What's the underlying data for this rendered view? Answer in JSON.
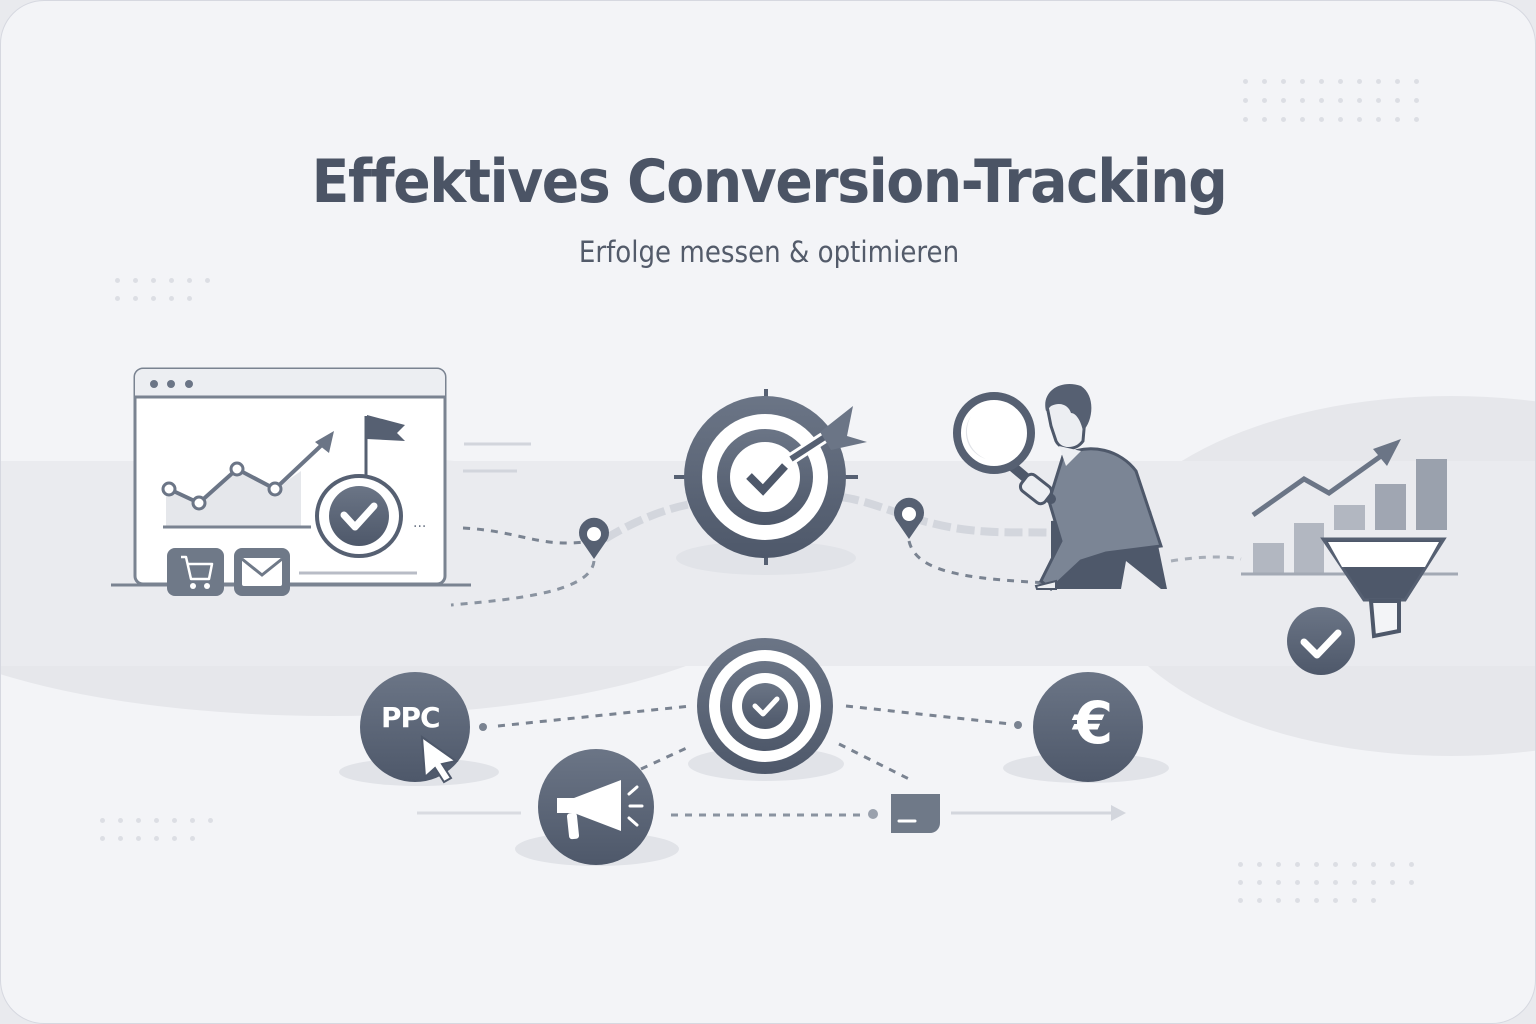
{
  "header": {
    "title": "Effektives Conversion-Tracking",
    "subtitle": "Erfolge messen & optimieren"
  },
  "illustration": {
    "top_row": [
      {
        "name": "browser-dashboard",
        "elements": [
          "line-chart-with-arrow",
          "flag",
          "checkmark-badge",
          "shopping-cart-icon",
          "mail-icon"
        ]
      },
      {
        "name": "target-with-arrow",
        "elements": [
          "bullseye",
          "checkmark",
          "arrow"
        ]
      },
      {
        "name": "person-with-magnifier",
        "elements": [
          "magnifying-glass"
        ]
      },
      {
        "name": "growth-chart-funnel",
        "elements": [
          "bar-chart",
          "trend-arrow",
          "funnel",
          "checkmark-badge"
        ]
      }
    ],
    "bottom_row": [
      {
        "name": "ppc-node",
        "label": "PPC"
      },
      {
        "name": "megaphone-node"
      },
      {
        "name": "target-node"
      },
      {
        "name": "small-card-node",
        "label": "_"
      },
      {
        "name": "euro-node",
        "label": "€"
      }
    ]
  },
  "colors": {
    "background": "#f3f4f7",
    "primary_dark": "#566072",
    "text": "#4b5465",
    "muted": "#c9ccd4"
  }
}
